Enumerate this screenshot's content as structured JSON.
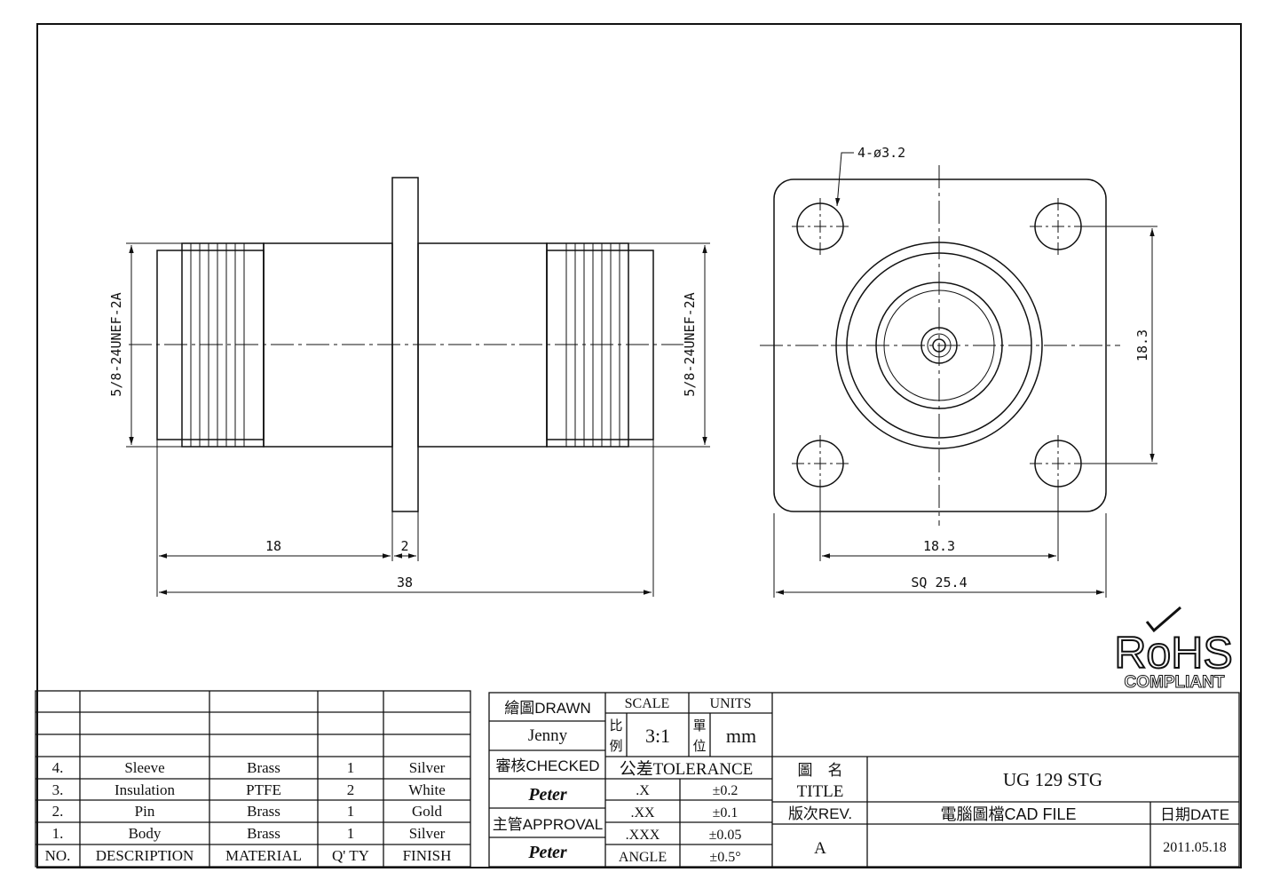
{
  "dimensions": {
    "thread_left": "5/8-24UNEF-2A",
    "thread_right": "5/8-24UNEF-2A",
    "len_18": "18",
    "len_2": "2",
    "len_38": "38",
    "holes": "4-ø3.2",
    "hole_pitch_h": "18.3",
    "hole_pitch_v": "18.3",
    "square": "SQ 25.4"
  },
  "rohs": {
    "logo": "RoHS",
    "compliant": "COMPLIANT"
  },
  "bom": {
    "header": [
      "NO.",
      "DESCRIPTION",
      "MATERIAL",
      "Q' TY",
      "FINISH"
    ],
    "rows": [
      [
        "4.",
        "Sleeve",
        "Brass",
        "1",
        "Silver"
      ],
      [
        "3.",
        "Insulation",
        "PTFE",
        "2",
        "White"
      ],
      [
        "2.",
        "Pin",
        "Brass",
        "1",
        "Gold"
      ],
      [
        "1.",
        "Body",
        "Brass",
        "1",
        "Silver"
      ]
    ]
  },
  "title_block": {
    "drawn_label": "繪圖DRAWN",
    "drawn_by": "Jenny",
    "checked_label": "審核CHECKED",
    "checked_by": "Peter",
    "approval_label": "主管APPROVAL",
    "approved_by": "Peter",
    "scale_label": "SCALE",
    "scale_cn_1": "比",
    "scale_cn_2": "例",
    "scale_value": "3:1",
    "units_label": "UNITS",
    "units_cn_1": "單",
    "units_cn_2": "位",
    "units_value": "mm",
    "tolerance_label": "公差TOLERANCE",
    "tolerance": [
      [
        ".X",
        "±0.2"
      ],
      [
        ".XX",
        "±0.1"
      ],
      [
        ".XXX",
        "±0.05"
      ],
      [
        "ANGLE",
        "±0.5°"
      ]
    ],
    "title_cn": "圖　名",
    "title_label": "TITLE",
    "title_value": "UG 129 STG",
    "rev_label": "版次REV.",
    "rev_value": "A",
    "cad_label": "電腦圖檔CAD FILE",
    "date_label": "日期DATE",
    "date_value": "2011.05.18"
  },
  "colors": {
    "line": "#111111",
    "paper": "#ffffff"
  }
}
